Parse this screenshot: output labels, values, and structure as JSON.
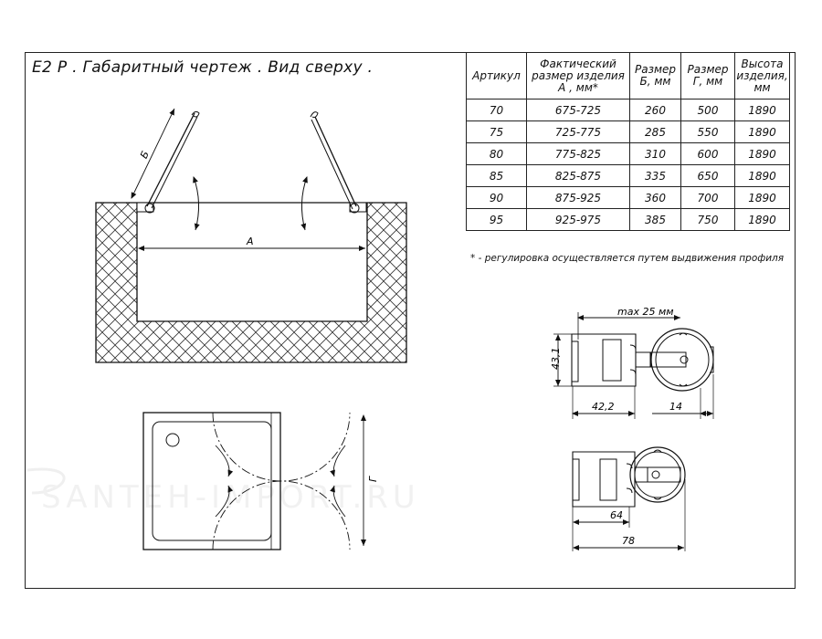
{
  "title": "E2 P . Габаритный чертеж . Вид сверху .",
  "table": {
    "headers": [
      "Артикул",
      "Фактический размер изделия А , мм*",
      "Размер Б, мм",
      "Размер Г, мм",
      "Высота изделия, мм"
    ],
    "rows": [
      [
        "70",
        "675-725",
        "260",
        "500",
        "1890"
      ],
      [
        "75",
        "725-775",
        "285",
        "550",
        "1890"
      ],
      [
        "80",
        "775-825",
        "310",
        "600",
        "1890"
      ],
      [
        "85",
        "825-875",
        "335",
        "650",
        "1890"
      ],
      [
        "90",
        "875-925",
        "360",
        "700",
        "1890"
      ],
      [
        "95",
        "925-975",
        "385",
        "750",
        "1890"
      ]
    ]
  },
  "footnote": "* - регулировка осуществляется путем выдвижения профиля",
  "labels": {
    "dim_a": "А",
    "dim_b": "Б",
    "dim_g": "Г",
    "max_25": "max 25 мм",
    "d_43_1": "43,1",
    "d_42_2": "42,2",
    "d_14": "14",
    "d_64": "64",
    "d_78": "78"
  },
  "watermark": "SANTEH-IMPORT.RU"
}
